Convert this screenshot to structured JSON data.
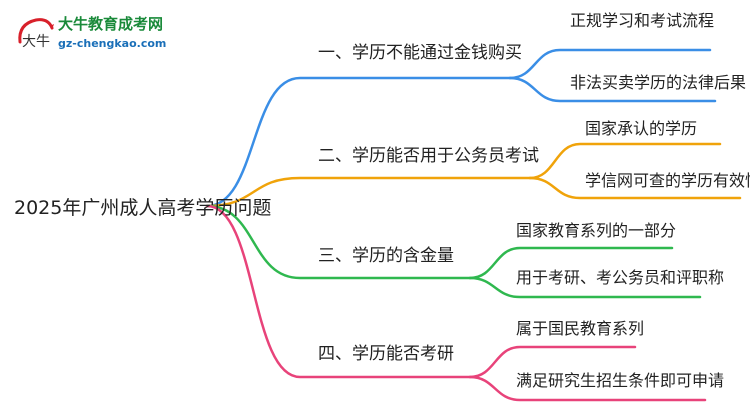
{
  "logo": {
    "title": "大牛教育成考网",
    "url": "gz-chengkao.com",
    "mark_text": "大牛"
  },
  "root": {
    "label": "2025年广州成人高考学历问题"
  },
  "branches": [
    {
      "label": "一、学历不能通过金钱购买",
      "color": "#3a8ee6",
      "leaves": [
        "正规学习和考试流程",
        "非法买卖学历的法律后果"
      ]
    },
    {
      "label": "二、学历能否用于公务员考试",
      "color": "#f0a30a",
      "leaves": [
        "国家承认的学历",
        "学信网可查的学历有效性"
      ]
    },
    {
      "label": "三、学历的含金量",
      "color": "#2fb84f",
      "leaves": [
        "国家教育系列的一部分",
        "用于考研、考公务员和评职称"
      ]
    },
    {
      "label": "四、学历能否考研",
      "color": "#e8437a",
      "leaves": [
        "属于国民教育系列",
        "满足研究生招生条件即可申请"
      ]
    }
  ],
  "colors": {
    "text": "#222222",
    "logo_green": "#1a8a3a",
    "logo_blue": "#1a6fb8",
    "logo_red": "#d8202a"
  }
}
